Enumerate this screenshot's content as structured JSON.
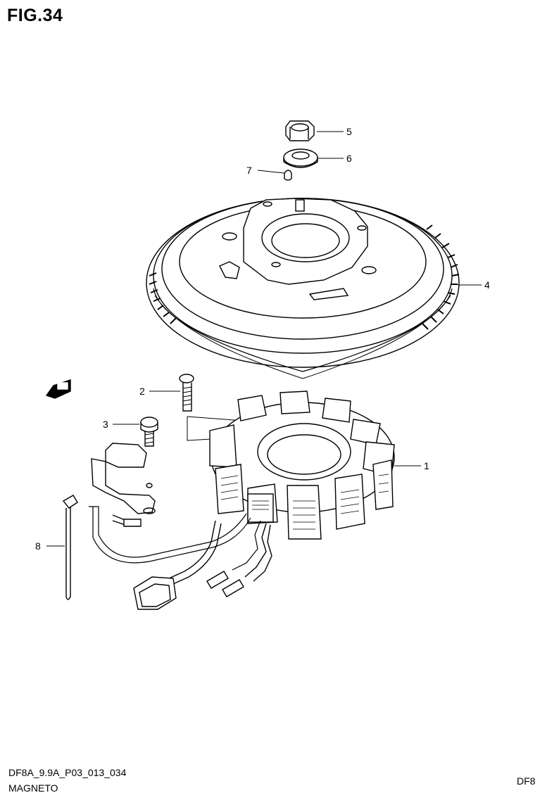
{
  "figure": {
    "title": "FIG.34"
  },
  "callouts": [
    "1",
    "2",
    "3",
    "4",
    "5",
    "6",
    "7",
    "8"
  ],
  "footer": {
    "code": "DF8A_9.9A_P03_013_034",
    "name": "MAGNETO",
    "right_fragment": "DF8"
  }
}
